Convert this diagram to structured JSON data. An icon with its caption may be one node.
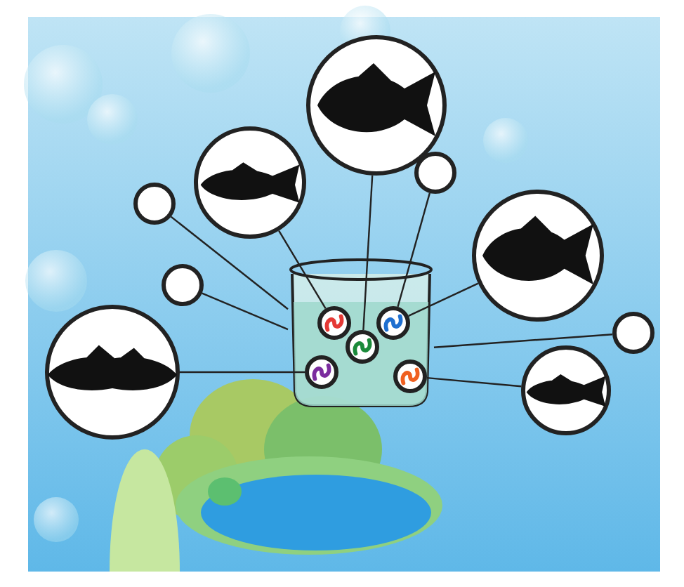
{
  "diagram": {
    "nodes": [
      {
        "text": [],
        "shape": "picture"
      },
      {
        "text": [],
        "shape": "picture",
        "in": 0
      },
      {
        "text": [],
        "shape": "picture",
        "in": 0
      },
      {
        "text": [],
        "shape": "picture",
        "in": 0
      },
      {
        "text": [],
        "shape": "picture",
        "in": 0
      },
      {
        "text": [],
        "shape": "picture",
        "in": 0
      },
      {
        "text": [],
        "shape": "picture"
      },
      {
        "text": [],
        "shape": "circle"
      },
      {
        "text": [],
        "shape": "picture"
      },
      {
        "text": [],
        "shape": "circle"
      },
      {
        "text": [],
        "shape": "picture"
      },
      {
        "text": [],
        "shape": "circle"
      },
      {
        "text": [],
        "shape": "circle"
      },
      {
        "text": [],
        "shape": "picture"
      },
      {
        "text": [],
        "shape": "picture"
      }
    ],
    "edges": [
      {
        "from": 6,
        "to": 3,
        "arrow": "none"
      },
      {
        "from": 8,
        "to": 1,
        "arrow": "none"
      },
      {
        "from": 9,
        "to": 2,
        "arrow": "none"
      },
      {
        "from": 10,
        "to": 2,
        "arrow": "none"
      },
      {
        "from": 7,
        "to": 0,
        "arrow": "none"
      },
      {
        "from": 11,
        "to": 0,
        "arrow": "none"
      },
      {
        "from": 13,
        "to": 4,
        "arrow": "none"
      },
      {
        "from": 12,
        "to": 0,
        "arrow": "none"
      },
      {
        "from": 14,
        "to": 5,
        "arrow": "none"
      }
    ]
  }
}
